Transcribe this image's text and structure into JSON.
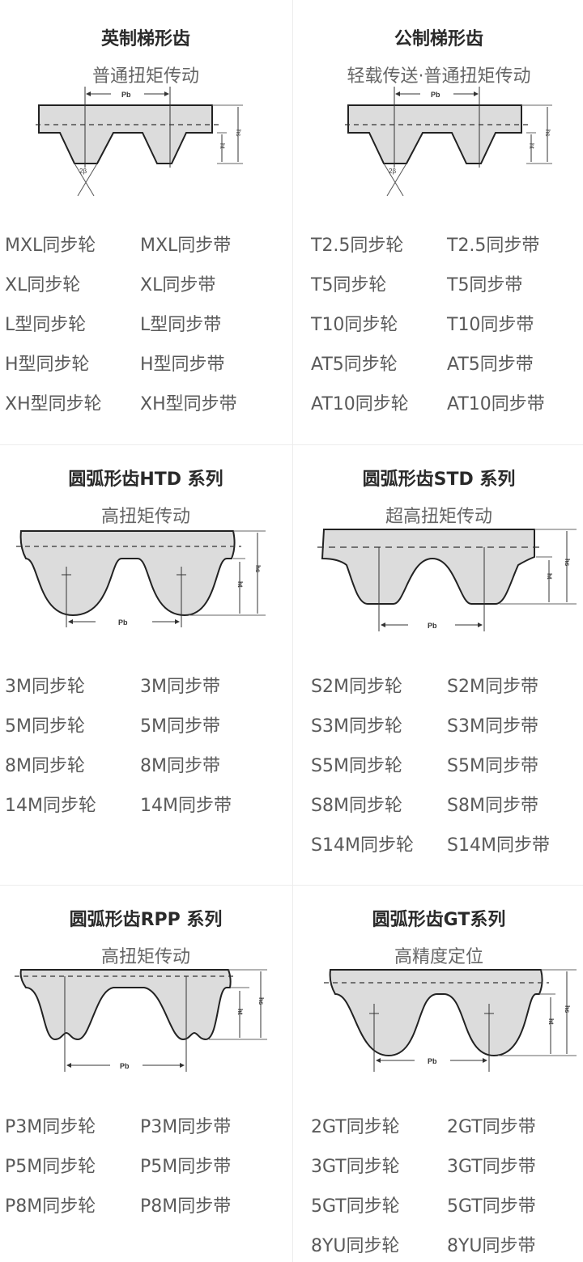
{
  "sections": [
    {
      "title": "英制梯形齿",
      "subtitle": "普通扭矩传动",
      "profile": "trapezoid",
      "labels": {
        "pitch": "Pb",
        "total_height": "hs",
        "tooth_height": "ht",
        "angle": "2β"
      },
      "items": [
        [
          "MXL同步轮",
          "MXL同步带"
        ],
        [
          "XL同步轮",
          "XL同步带"
        ],
        [
          "L型同步轮",
          "L型同步带"
        ],
        [
          "H型同步轮",
          "H型同步带"
        ],
        [
          "XH型同步轮",
          "XH型同步带"
        ]
      ]
    },
    {
      "title": "公制梯形齿",
      "subtitle": "轻载传送·普通扭矩传动",
      "profile": "trapezoid",
      "labels": {
        "pitch": "Pb",
        "total_height": "hs",
        "tooth_height": "ht",
        "angle": "2β"
      },
      "items": [
        [
          "T2.5同步轮",
          "T2.5同步带"
        ],
        [
          "T5同步轮",
          "T5同步带"
        ],
        [
          "T10同步轮",
          "T10同步带"
        ],
        [
          "AT5同步轮",
          "AT5同步带"
        ],
        [
          "AT10同步轮",
          "AT10同步带"
        ]
      ]
    },
    {
      "title": "圆弧形齿HTD 系列",
      "subtitle": "高扭矩传动",
      "profile": "htd",
      "labels": {
        "pitch": "Pb",
        "total_height": "hs",
        "tooth_height": "ht"
      },
      "items": [
        [
          "3M同步轮",
          "3M同步带"
        ],
        [
          "5M同步轮",
          "5M同步带"
        ],
        [
          "8M同步轮",
          "8M同步带"
        ],
        [
          "14M同步轮",
          "14M同步带"
        ]
      ]
    },
    {
      "title": "圆弧形齿STD 系列",
      "subtitle": "超高扭矩传动",
      "profile": "std",
      "labels": {
        "pitch": "Pb",
        "total_height": "hs",
        "tooth_height": "ht"
      },
      "items": [
        [
          "S2M同步轮",
          "S2M同步带"
        ],
        [
          "S3M同步轮",
          "S3M同步带"
        ],
        [
          "S5M同步轮",
          "S5M同步带"
        ],
        [
          "S8M同步轮",
          "S8M同步带"
        ],
        [
          "S14M同步轮",
          "S14M同步带"
        ]
      ]
    },
    {
      "title": "圆弧形齿RPP 系列",
      "subtitle": "高扭矩传动",
      "profile": "rpp",
      "labels": {
        "pitch": "Pb",
        "total_height": "hs",
        "tooth_height": "ht"
      },
      "items": [
        [
          "P3M同步轮",
          "P3M同步带"
        ],
        [
          "P5M同步轮",
          "P5M同步带"
        ],
        [
          "P8M同步轮",
          "P8M同步带"
        ]
      ]
    },
    {
      "title": "圆弧形齿GT系列",
      "subtitle": "高精度定位",
      "profile": "gt",
      "labels": {
        "pitch": "Pb",
        "total_height": "hs",
        "tooth_height": "ht"
      },
      "items": [
        [
          "2GT同步轮",
          "2GT同步带"
        ],
        [
          "3GT同步轮",
          "3GT同步带"
        ],
        [
          "5GT同步轮",
          "5GT同步带"
        ],
        [
          "8YU同步轮",
          "8YU同步带"
        ]
      ]
    }
  ],
  "colors": {
    "belt_fill": "#dcdcdc",
    "outline": "#222222",
    "title": "#2a2a2a",
    "subtitle": "#666666",
    "item": "#5a5a5a",
    "divider": "#ececec"
  }
}
